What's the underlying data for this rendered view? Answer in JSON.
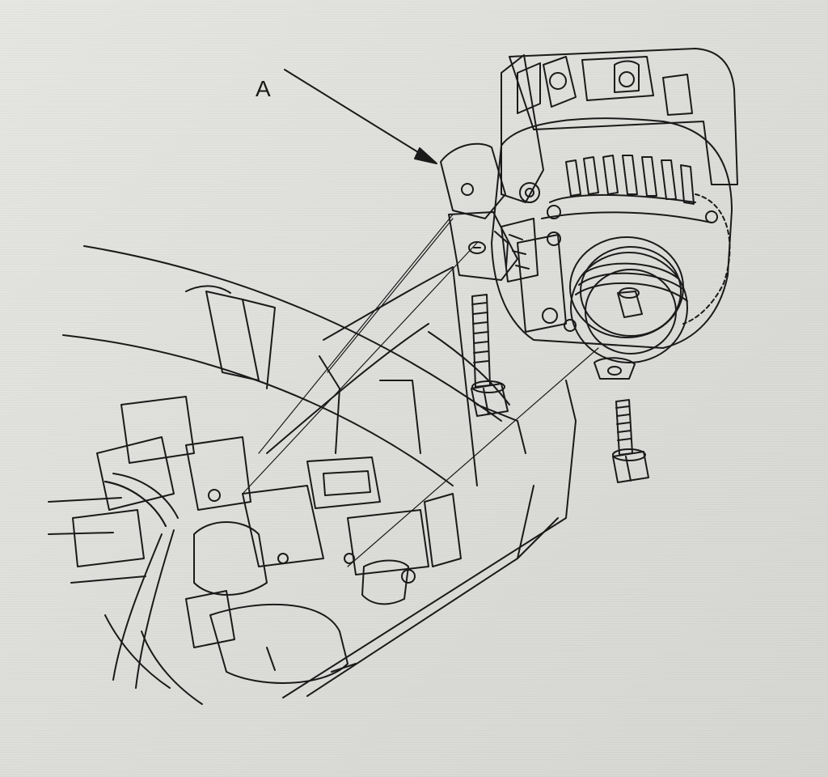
{
  "diagram": {
    "callouts": [
      {
        "label": "A",
        "target": "alternator-mounting-bracket"
      }
    ],
    "parts": [
      "alternator",
      "alternator-pulley",
      "upper-mounting-bolt",
      "lower-mounting-bolt",
      "engine-block",
      "hose"
    ],
    "line_color": "#1a1a1a",
    "background_color": "#e2e2df"
  }
}
